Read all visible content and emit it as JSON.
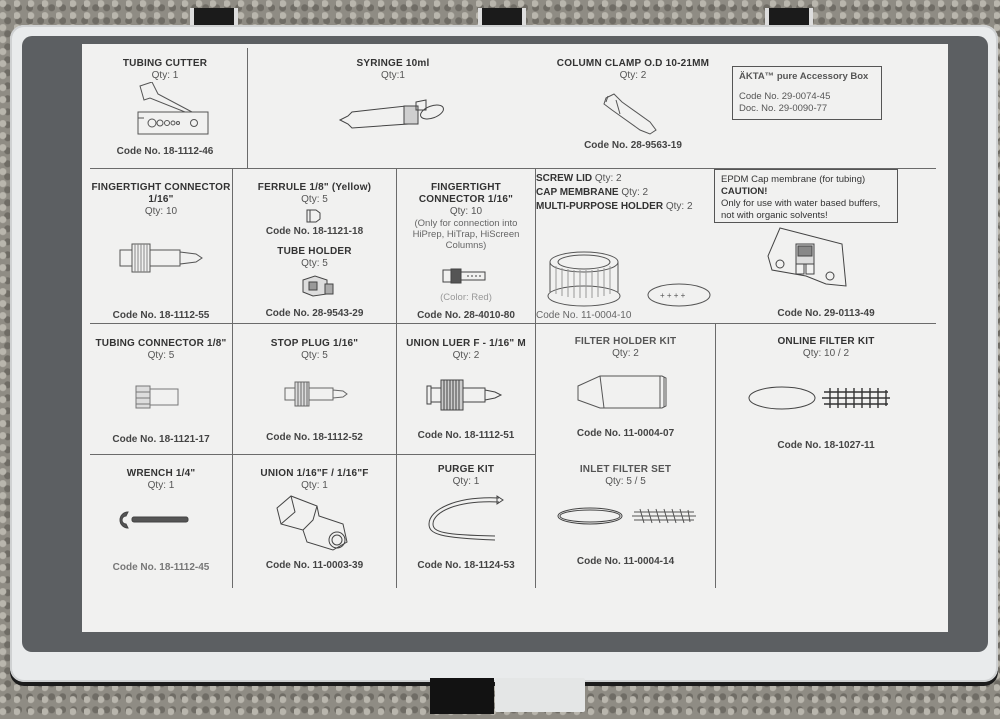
{
  "header": {
    "title": "ÄKTA™ pure Accessory Box",
    "code_no": "Code No. 29-0074-45",
    "doc_no": "Doc. No. 29-0090-77"
  },
  "caution": {
    "line1": "EPDM Cap membrane (for tubing)",
    "title": "CAUTION!",
    "line2": "Only for use with water based buffers,",
    "line3": "not with organic solvents!"
  },
  "items": {
    "tubing_cutter": {
      "name": "TUBING CUTTER",
      "qty": "Qty: 1",
      "code": "Code No. 18-1112-46",
      "icon": "tubing-cutter"
    },
    "syringe": {
      "name": "SYRINGE 10ml",
      "qty": "Qty:1",
      "icon": "syringe"
    },
    "column_clamp": {
      "name": "COLUMN CLAMP O.D 10-21MM",
      "qty": "Qty: 2",
      "code": "Code No. 28-9563-19",
      "icon": "column-clamp"
    },
    "fingertight_connector": {
      "name_line1": "FINGERTIGHT CONNECTOR",
      "name_line2": "1/16\"",
      "qty": "Qty: 10",
      "code": "Code No. 18-1112-55",
      "icon": "fingertight-connector"
    },
    "ferrule": {
      "name": "FERRULE 1/8\" (Yellow)",
      "qty": "Qty: 5",
      "code": "Code No. 18-1121-18",
      "icon": "ferrule"
    },
    "tube_holder": {
      "name": "TUBE HOLDER",
      "qty": "Qty: 5",
      "code": "Code No. 28-9543-29",
      "icon": "tube-holder"
    },
    "fingertight_connector_red": {
      "name_line1": "FINGERTIGHT",
      "name_line2": "CONNECTOR 1/16\"",
      "qty": "Qty: 10",
      "note_line1": "(Only for connection into",
      "note_line2": "HiPrep, HiTrap, HiScreen",
      "note_line3": "Columns)",
      "color_note": "(Color: Red)",
      "code": "Code No. 28-4010-80",
      "icon": "connector-red"
    },
    "screw_lid": {
      "name": "SCREW LID",
      "qty": "Qty: 2"
    },
    "cap_membrane": {
      "name": "CAP MEMBRANE",
      "qty": "Qty: 2"
    },
    "multi_purpose_holder": {
      "name": "MULTI-PURPOSE HOLDER",
      "qty": "Qty: 2"
    },
    "screw_lid_code": "Code No. 11-0004-10",
    "holder_code": "Code No. 29-0113-49",
    "tubing_connector": {
      "name": "TUBING CONNECTOR 1/8\"",
      "qty": "Qty: 5",
      "code": "Code No. 18-1121-17",
      "icon": "tubing-connector"
    },
    "stop_plug": {
      "name": "STOP PLUG 1/16\"",
      "qty": "Qty: 5",
      "code": "Code No. 18-1112-52",
      "icon": "stop-plug"
    },
    "union_luer": {
      "name": "UNION LUER F - 1/16\" M",
      "qty": "Qty: 2",
      "code": "Code No. 18-1112-51",
      "icon": "union-luer"
    },
    "filter_holder_kit": {
      "name": "FILTER HOLDER KIT",
      "qty": "Qty: 2",
      "code": "Code No. 11-0004-07",
      "icon": "filter-holder"
    },
    "online_filter_kit": {
      "name": "ONLINE FILTER  KIT",
      "qty": "Qty: 10 / 2",
      "code": "Code No. 18-1027-11",
      "icon": "online-filter"
    },
    "wrench": {
      "name": "WRENCH 1/4\"",
      "qty": "Qty: 1",
      "code": "Code No. 18-1112-45",
      "icon": "wrench"
    },
    "union": {
      "name": "UNION 1/16\"F / 1/16\"F",
      "qty": "Qty: 1",
      "code": "Code No. 11-0003-39",
      "icon": "union"
    },
    "purge_kit": {
      "name": "PURGE KIT",
      "qty": "Qty: 1",
      "code": "Code No. 18-1124-53",
      "icon": "purge-kit"
    },
    "inlet_filter_set": {
      "name": "INLET FILTER SET",
      "qty": "Qty: 5 / 5",
      "code": "Code No. 11-0004-14",
      "icon": "inlet-filter"
    }
  },
  "colors": {
    "paper": "#f1f1f0",
    "tray": "#5c5f62",
    "case": "#e9ebec",
    "text": "#333333"
  }
}
